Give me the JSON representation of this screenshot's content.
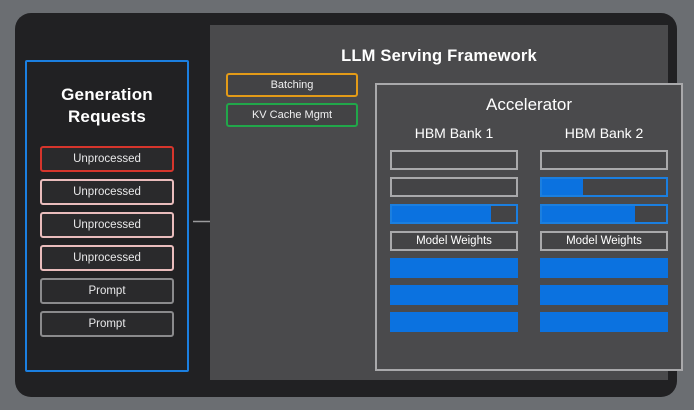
{
  "canvas": {
    "background_color": "#6b6e72",
    "card_color": "#212123"
  },
  "requests_panel": {
    "title_line1": "Generation",
    "title_line2": "Requests",
    "border_color": "#1b7fe0",
    "items": [
      {
        "label": "Unprocessed",
        "state": "active",
        "border_color": "#d6352c"
      },
      {
        "label": "Unprocessed",
        "state": "pending",
        "border_color": "#e9bcbc"
      },
      {
        "label": "Unprocessed",
        "state": "pending",
        "border_color": "#e9bcbc"
      },
      {
        "label": "Unprocessed",
        "state": "pending",
        "border_color": "#e9bcbc"
      },
      {
        "label": "Prompt",
        "state": "prompt",
        "border_color": "#8a8a8c"
      },
      {
        "label": "Prompt",
        "state": "prompt",
        "border_color": "#8a8a8c"
      }
    ]
  },
  "connector": {
    "icon": "arrow-right-icon",
    "color": "#9a9a9c"
  },
  "framework": {
    "title": "LLM Serving Framework",
    "panel_color": "#4a4a4c",
    "badges": [
      {
        "label": "Batching",
        "accent": "orange",
        "color": "#e39b18"
      },
      {
        "label": "KV Cache Mgmt",
        "accent": "green",
        "color": "#21a74a"
      }
    ],
    "accelerator": {
      "title": "Accelerator",
      "border_color": "#a9a9ab",
      "fill_color": "#0b72e0",
      "banks": [
        {
          "label": "HBM Bank 1",
          "rows": [
            {
              "kind": "empty",
              "fill_pct": 0,
              "label": ""
            },
            {
              "kind": "empty",
              "fill_pct": 0,
              "label": ""
            },
            {
              "kind": "partial",
              "fill_pct": 80,
              "label": ""
            },
            {
              "kind": "label",
              "fill_pct": 0,
              "label": "Model Weights"
            },
            {
              "kind": "full",
              "fill_pct": 100,
              "label": ""
            },
            {
              "kind": "full",
              "fill_pct": 100,
              "label": ""
            },
            {
              "kind": "full",
              "fill_pct": 100,
              "label": ""
            }
          ]
        },
        {
          "label": "HBM Bank 2",
          "rows": [
            {
              "kind": "empty",
              "fill_pct": 0,
              "label": ""
            },
            {
              "kind": "partial",
              "fill_pct": 33,
              "label": ""
            },
            {
              "kind": "partial",
              "fill_pct": 75,
              "label": ""
            },
            {
              "kind": "label",
              "fill_pct": 0,
              "label": "Model Weights"
            },
            {
              "kind": "full",
              "fill_pct": 100,
              "label": ""
            },
            {
              "kind": "full",
              "fill_pct": 100,
              "label": ""
            },
            {
              "kind": "full",
              "fill_pct": 100,
              "label": ""
            }
          ]
        }
      ]
    }
  }
}
